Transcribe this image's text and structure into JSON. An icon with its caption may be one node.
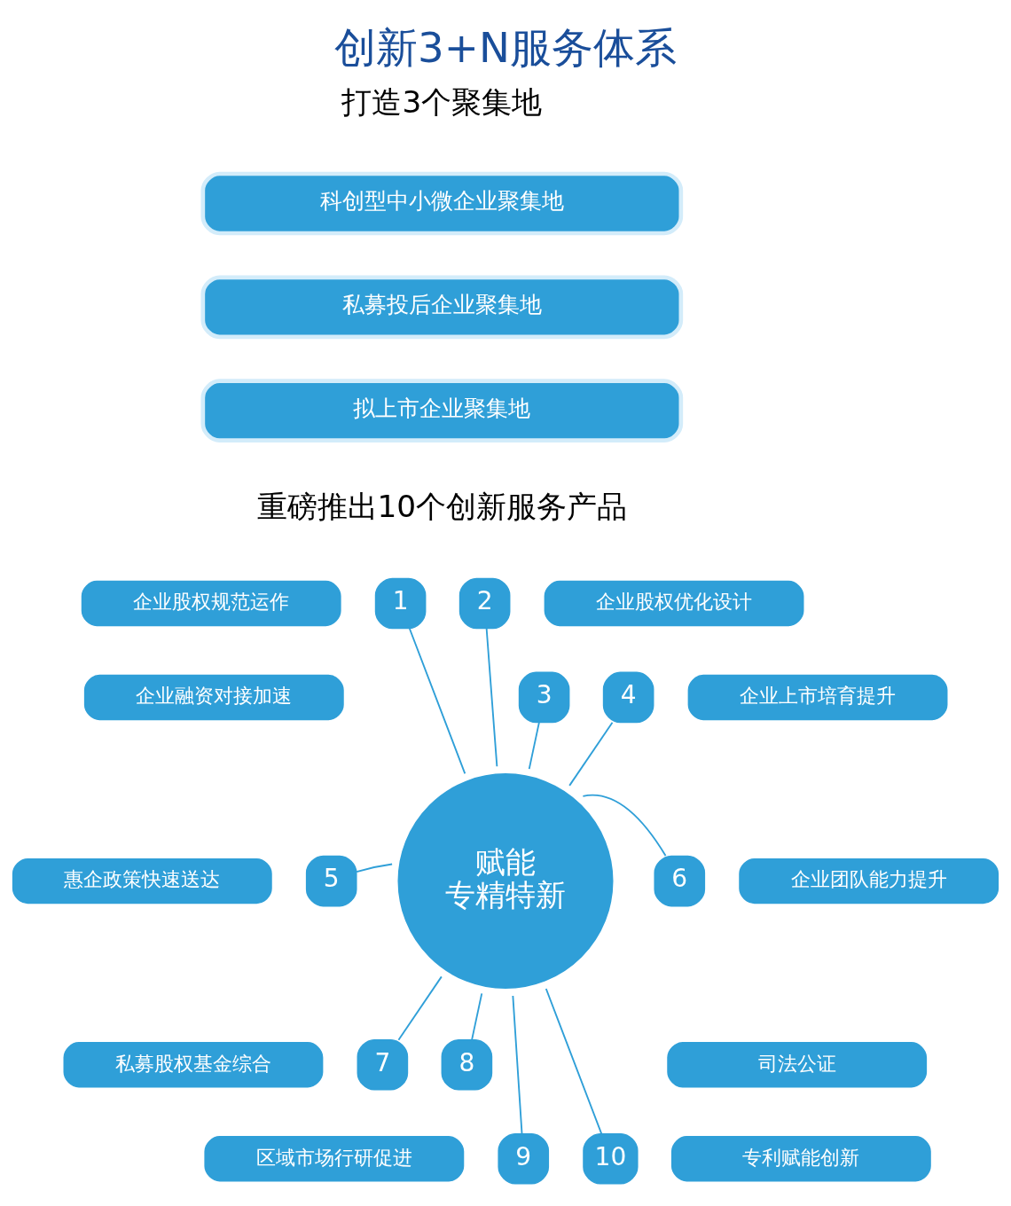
{
  "diagram": {
    "title": "创新3+N服务体系",
    "nodes": [
      {
        "text": [
          "科创型中小微企业聚集地"
        ]
      },
      {
        "text": [
          "私募投后企业聚集地"
        ]
      },
      {
        "text": [
          "拟上市企业聚集地"
        ]
      },
      {
        "text": [
          "赋能",
          "专精特新"
        ]
      },
      {
        "text": [
          "企业股权规范运作"
        ]
      },
      {
        "text": [
          "1"
        ]
      },
      {
        "text": [
          "2"
        ]
      },
      {
        "text": [
          "企业股权优化设计"
        ]
      },
      {
        "text": [
          "企业融资对接加速"
        ]
      },
      {
        "text": [
          "3"
        ]
      },
      {
        "text": [
          "4"
        ]
      },
      {
        "text": [
          "企业上市培育提升"
        ]
      },
      {
        "text": [
          "惠企政策快速送达"
        ]
      },
      {
        "text": [
          "5"
        ]
      },
      {
        "text": [
          "6"
        ]
      },
      {
        "text": [
          "企业团队能力提升"
        ]
      },
      {
        "text": [
          "私募股权基金综合"
        ]
      },
      {
        "text": [
          "7"
        ]
      },
      {
        "text": [
          "8"
        ]
      },
      {
        "text": [
          "司法公证"
        ]
      },
      {
        "text": [
          "区域市场行研促进"
        ]
      },
      {
        "text": [
          "9"
        ]
      },
      {
        "text": [
          "10"
        ]
      },
      {
        "text": [
          "专利赋能创新"
        ]
      }
    ],
    "edges": [
      {
        "from": 5,
        "to": 3,
        "arrow": "none"
      },
      {
        "from": 6,
        "to": 3,
        "arrow": "none"
      },
      {
        "from": 9,
        "to": 3,
        "arrow": "none"
      },
      {
        "from": 10,
        "to": 3,
        "arrow": "none"
      },
      {
        "from": 13,
        "to": 3,
        "arrow": "none"
      },
      {
        "from": 3,
        "to": 14,
        "arrow": "none"
      },
      {
        "from": 3,
        "to": 17,
        "arrow": "none"
      },
      {
        "from": 3,
        "to": 18,
        "arrow": "none"
      },
      {
        "from": 3,
        "to": 21,
        "arrow": "none"
      },
      {
        "from": 3,
        "to": 22,
        "arrow": "none"
      }
    ],
    "labels": [
      "打造3个聚集地",
      "重磅推出10个创新服务产品"
    ]
  }
}
